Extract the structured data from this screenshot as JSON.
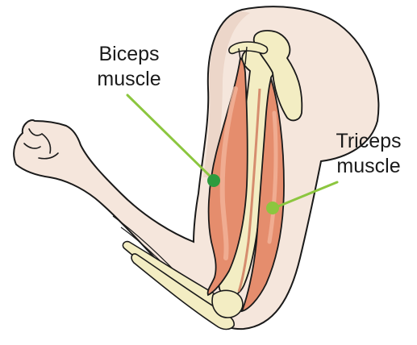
{
  "labels": {
    "biceps": {
      "line1": "Biceps",
      "line2": "muscle"
    },
    "triceps": {
      "line1": "Triceps",
      "line2": "muscle"
    }
  },
  "colors": {
    "skin_fill": "#f5e6dc",
    "skin_outline": "#1a1a1a",
    "bone_fill": "#f3edc3",
    "bone_shadow": "#d9cf95",
    "muscle_fill": "#e58d6d",
    "muscle_highlight": "#f2b49a",
    "muscle_dark": "#c9644a",
    "pointer": "#8cc63f",
    "pointer_dot": "#2e9b3e"
  }
}
